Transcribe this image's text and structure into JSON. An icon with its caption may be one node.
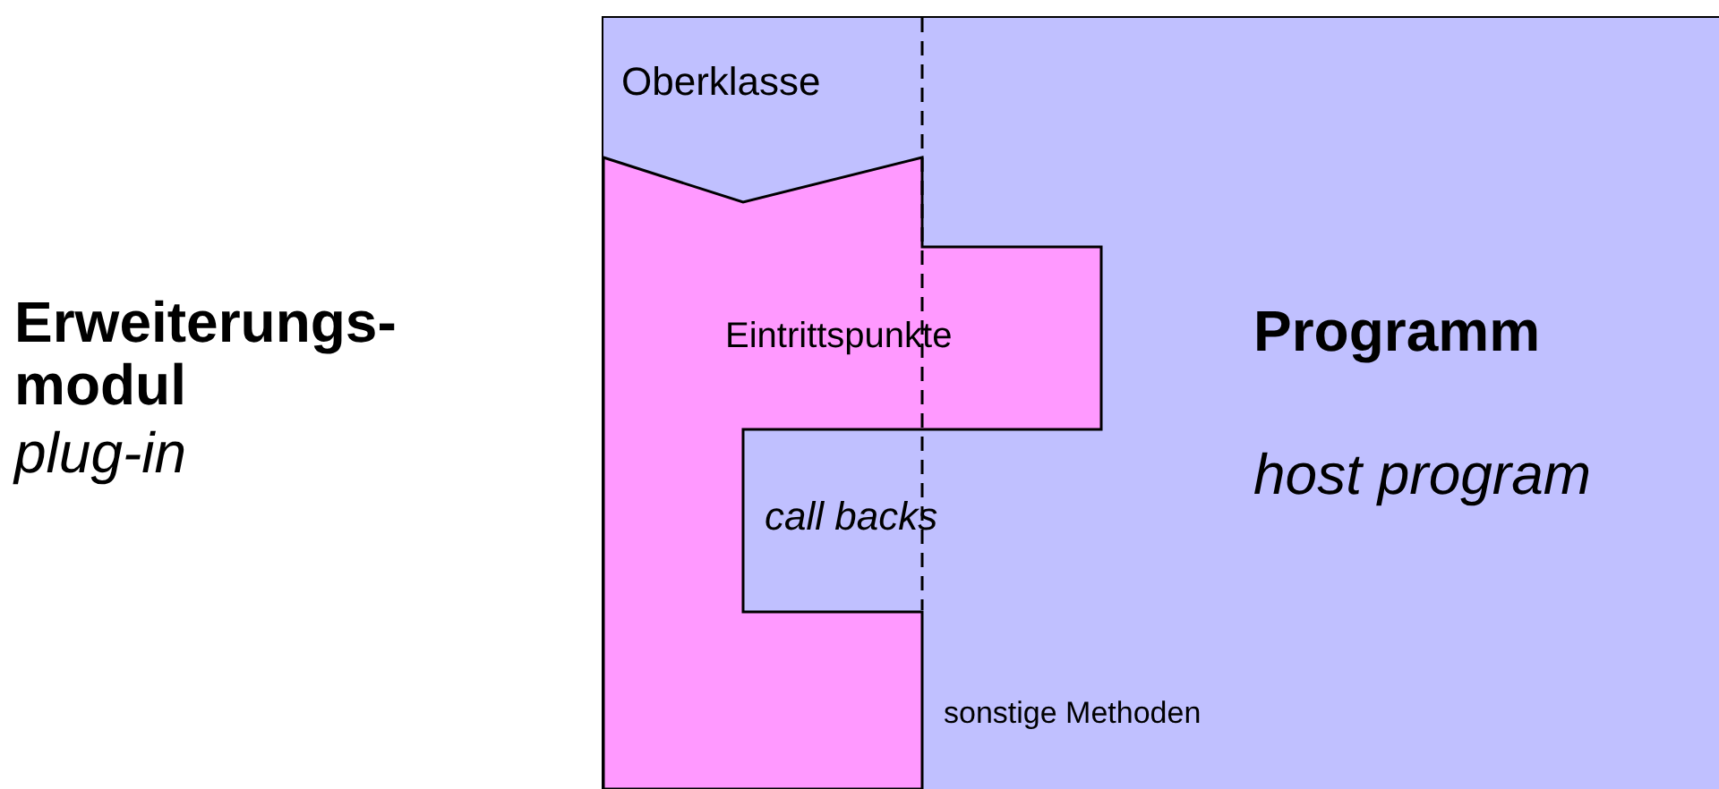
{
  "diagram": {
    "nodes": [
      {
        "text": [
          "Programm",
          "host program"
        ]
      },
      {
        "text": [],
        "shape": "box",
        "in": 0,
        "beside": [
          "Erweiterungs- modul",
          "plug-in"
        ]
      }
    ],
    "labels": [
      "Oberklasse",
      "Eintrittspunkte",
      "call backs",
      "sonstige Methoden"
    ]
  }
}
